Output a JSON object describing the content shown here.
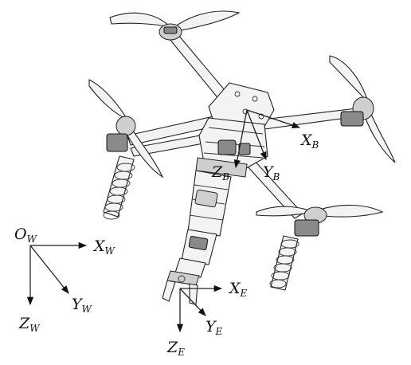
{
  "frames": {
    "world": {
      "origin": {
        "main": "O",
        "sub": "W"
      },
      "x": {
        "main": "X",
        "sub": "W"
      },
      "y": {
        "main": "Y",
        "sub": "W"
      },
      "z": {
        "main": "Z",
        "sub": "W"
      }
    },
    "body": {
      "x": {
        "main": "X",
        "sub": "B"
      },
      "y": {
        "main": "Y",
        "sub": "B"
      },
      "z": {
        "main": "Z",
        "sub": "B"
      }
    },
    "end_effector": {
      "x": {
        "main": "X",
        "sub": "E"
      },
      "y": {
        "main": "Y",
        "sub": "E"
      },
      "z": {
        "main": "Z",
        "sub": "E"
      }
    }
  }
}
